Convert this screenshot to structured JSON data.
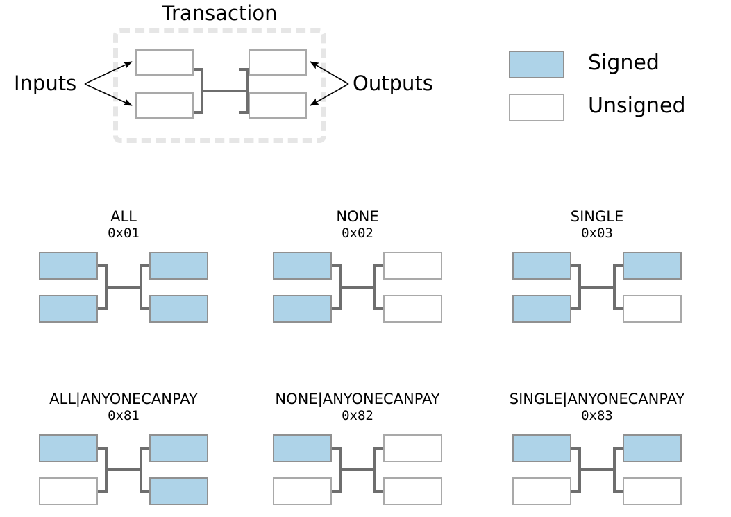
{
  "page": {
    "background": "#ffffff",
    "signed_color": "#aed3e8",
    "unsigned_color": "#ffffff",
    "border_color": "#a9a9a9",
    "wire_color": "#6e6e6e",
    "panel_border_color": "#e6e6e6"
  },
  "transaction": {
    "title": "Transaction",
    "inputs_label": "Inputs",
    "outputs_label": "Outputs",
    "inputs": [
      {
        "signed": false
      },
      {
        "signed": false
      }
    ],
    "outputs": [
      {
        "signed": false
      },
      {
        "signed": false
      }
    ]
  },
  "legend": {
    "items": [
      {
        "label": "Signed",
        "signed": true
      },
      {
        "label": "Unsigned",
        "signed": false
      }
    ]
  },
  "sighash_types": [
    {
      "name": "ALL",
      "code": "0x01",
      "inputs": [
        {
          "signed": true
        },
        {
          "signed": true
        }
      ],
      "outputs": [
        {
          "signed": true
        },
        {
          "signed": true
        }
      ]
    },
    {
      "name": "NONE",
      "code": "0x02",
      "inputs": [
        {
          "signed": true
        },
        {
          "signed": true
        }
      ],
      "outputs": [
        {
          "signed": false
        },
        {
          "signed": false
        }
      ]
    },
    {
      "name": "SINGLE",
      "code": "0x03",
      "inputs": [
        {
          "signed": true
        },
        {
          "signed": true
        }
      ],
      "outputs": [
        {
          "signed": true
        },
        {
          "signed": false
        }
      ]
    },
    {
      "name": "ALL|ANYONECANPAY",
      "code": "0x81",
      "inputs": [
        {
          "signed": true
        },
        {
          "signed": false
        }
      ],
      "outputs": [
        {
          "signed": true
        },
        {
          "signed": true
        }
      ]
    },
    {
      "name": "NONE|ANYONECANPAY",
      "code": "0x82",
      "inputs": [
        {
          "signed": true
        },
        {
          "signed": false
        }
      ],
      "outputs": [
        {
          "signed": false
        },
        {
          "signed": false
        }
      ]
    },
    {
      "name": "SINGLE|ANYONECANPAY",
      "code": "0x83",
      "inputs": [
        {
          "signed": true
        },
        {
          "signed": false
        }
      ],
      "outputs": [
        {
          "signed": true
        },
        {
          "signed": false
        }
      ]
    }
  ]
}
